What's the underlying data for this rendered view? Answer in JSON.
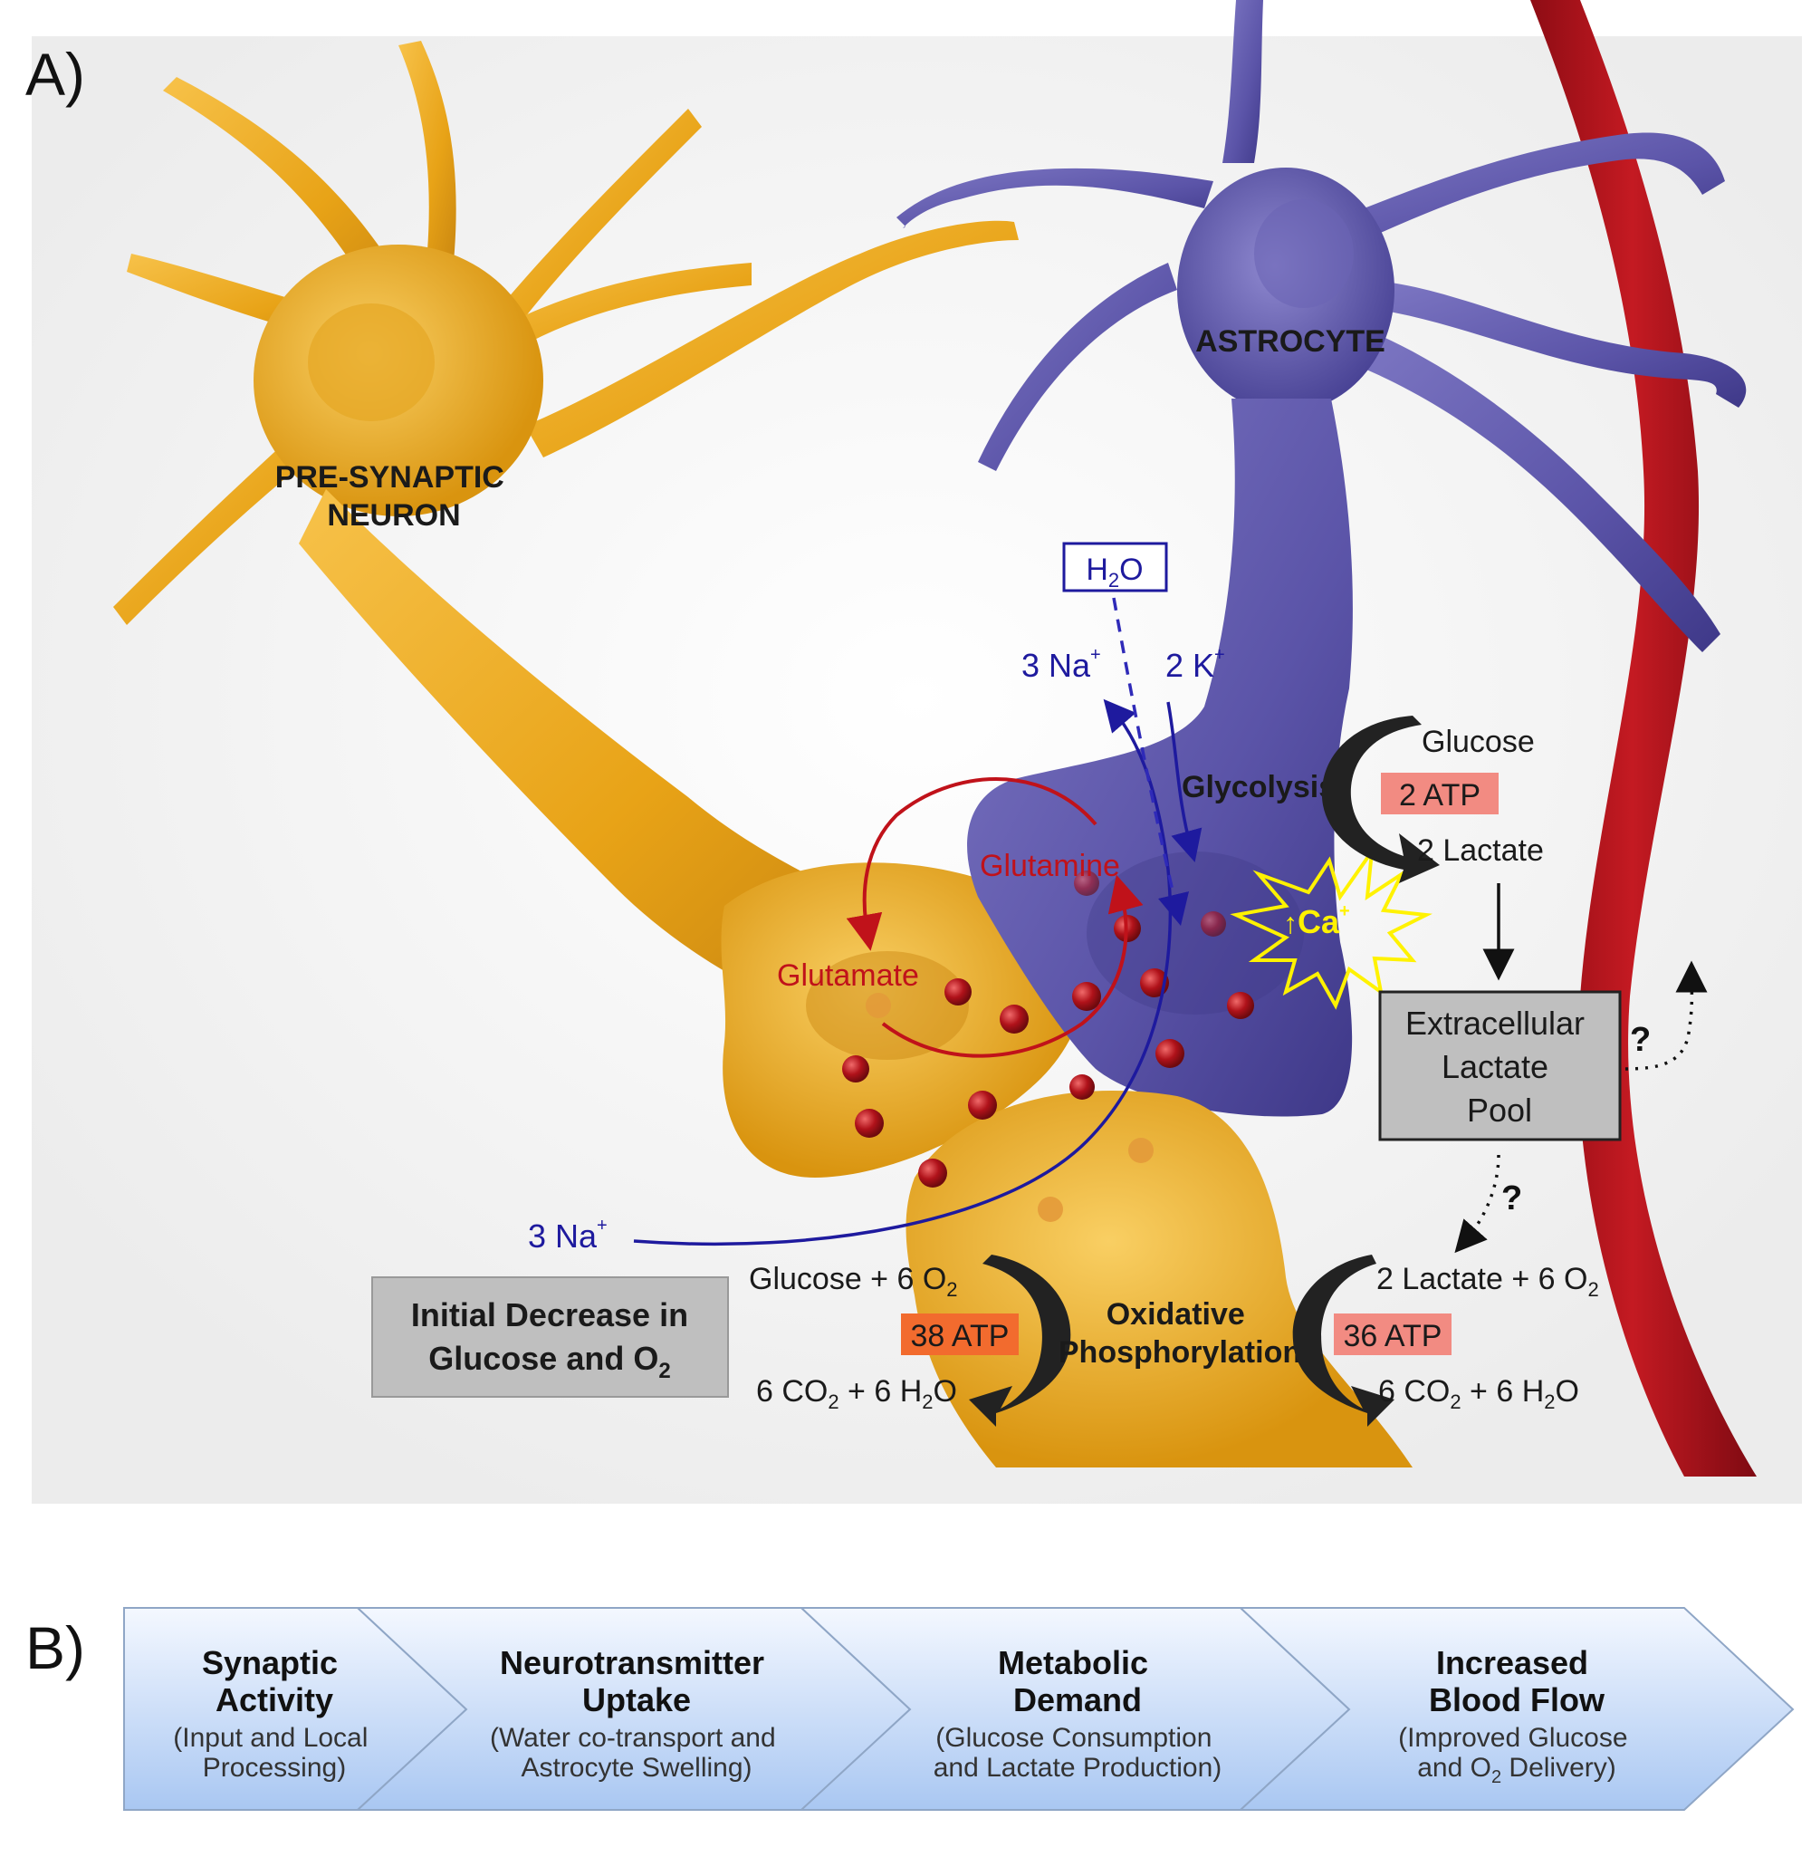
{
  "panel_a": {
    "label": "A)",
    "neuron_label": [
      "PRE-SYNAPTIC",
      "NEURON"
    ],
    "astrocyte_label": "ASTROCYTE",
    "h2o": {
      "main": "H",
      "sub": "2",
      "tail": "O"
    },
    "na_top": {
      "num": "3 Na",
      "sup": "+"
    },
    "k_top": {
      "num": "2 K",
      "sup": "+"
    },
    "na_bottom": {
      "num": "3 Na",
      "sup": "+"
    },
    "glutamine": "Glutamine",
    "glutamate": "Glutamate",
    "calcium": {
      "arrow": "↑",
      "ion": "Ca",
      "sup": "+"
    },
    "glycolysis": {
      "title": "Glycolysis",
      "input": "Glucose",
      "atp": "2 ATP",
      "output": "2 Lactate"
    },
    "lactate_pool": [
      "Extracellular",
      "Lactate",
      "Pool"
    ],
    "question_marks": [
      "?",
      "?"
    ],
    "neuron_oxphos": {
      "input": {
        "text": "Glucose + 6 O",
        "sub": "2"
      },
      "atp": "38 ATP",
      "output": {
        "a": "6 CO",
        "sub1": "2",
        "b": " + 6 H",
        "sub2": "2",
        "c": "O"
      }
    },
    "oxphos_title": [
      "Oxidative",
      "Phosphorylation"
    ],
    "astro_oxphos": {
      "input": {
        "text": "2 Lactate + 6 O",
        "sub": "2"
      },
      "atp": "36 ATP",
      "output": {
        "a": "6 CO",
        "sub1": "2",
        "b": " + 6 H",
        "sub2": "2",
        "c": "O"
      }
    },
    "initial_decrease": {
      "line1": "Initial Decrease in",
      "line2": "Glucose and O",
      "sub": "2"
    },
    "colors": {
      "neuron": "#E8A317",
      "astrocyte": "#5B54A8",
      "vessel": "#B3121B",
      "ion_arrow": "#1E1A9E",
      "glutamate_cycle": "#C0121A",
      "atp_box": "#F28B82",
      "atp_box_38": "#F26B2E",
      "ca_star": "#FFF200"
    }
  },
  "panel_b": {
    "label": "B)",
    "steps": [
      {
        "title": [
          "Synaptic",
          "Activity"
        ],
        "desc": [
          "(Input and Local",
          "Processing)"
        ]
      },
      {
        "title": [
          "Neurotransmitter",
          "Uptake"
        ],
        "desc": [
          "(Water co-transport and",
          "Astrocyte Swelling)"
        ]
      },
      {
        "title": [
          "Metabolic",
          "Demand"
        ],
        "desc": [
          "(Glucose Consumption",
          "and Lactate Production)"
        ]
      },
      {
        "title": [
          "Increased",
          "Blood Flow"
        ],
        "desc": [
          "(Improved Glucose",
          "and O",
          "2",
          " Delivery)"
        ]
      }
    ]
  }
}
